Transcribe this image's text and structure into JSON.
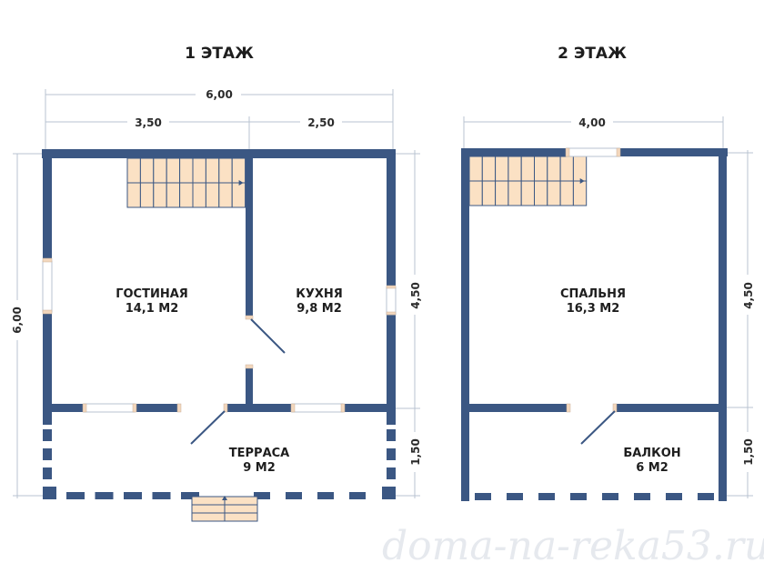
{
  "watermark": "doma-na-reka53.ru",
  "floor1": {
    "title": "1 ЭТАЖ",
    "dims": {
      "total_width": "6,00",
      "left_width": "3,50",
      "right_width": "2,50",
      "total_depth": "6,00",
      "house_depth": "4,50",
      "terrace_depth": "1,50"
    },
    "rooms": [
      {
        "name": "ГОСТИНАЯ",
        "area": "14,1 М2"
      },
      {
        "name": "КУХНЯ",
        "area": "9,8 М2"
      },
      {
        "name": "ТЕРРАСА",
        "area": "9 М2"
      }
    ]
  },
  "floor2": {
    "title": "2 ЭТАЖ",
    "dims": {
      "total_width": "4,00",
      "house_depth": "4,50",
      "balcony_depth": "1,50"
    },
    "rooms": [
      {
        "name": "СПАЛЬНЯ",
        "area": "16,3 М2"
      },
      {
        "name": "БАЛКОН",
        "area": "6 М2"
      }
    ]
  },
  "colors": {
    "wall": "#3b5783",
    "stair": "#fbe1c4",
    "dimension": "#b9c3d0"
  }
}
